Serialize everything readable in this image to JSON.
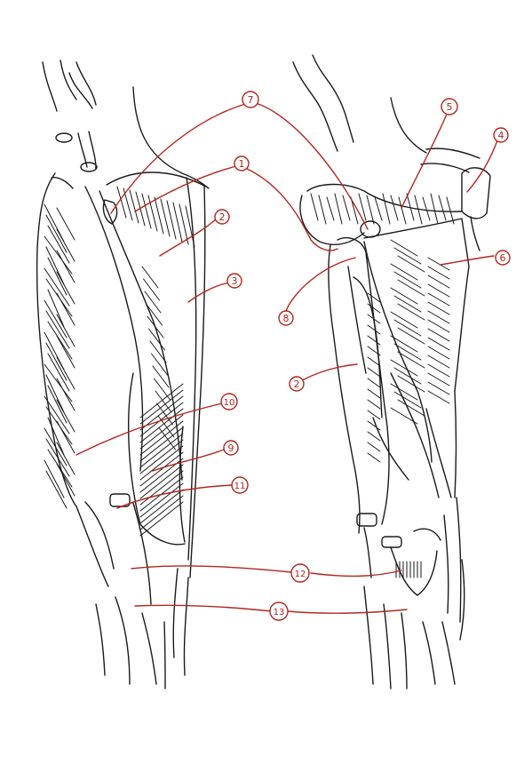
{
  "diagram": {
    "colors": {
      "ink": "#1a1a1a",
      "label": "#b3261e",
      "background": "#ffffff"
    },
    "labels": [
      {
        "id": "l1",
        "text": "1"
      },
      {
        "id": "l2a",
        "text": "2"
      },
      {
        "id": "l2b",
        "text": "2"
      },
      {
        "id": "l3",
        "text": "3"
      },
      {
        "id": "l4",
        "text": "4"
      },
      {
        "id": "l5",
        "text": "5"
      },
      {
        "id": "l6",
        "text": "6"
      },
      {
        "id": "l7",
        "text": "7"
      },
      {
        "id": "l8",
        "text": "8"
      },
      {
        "id": "l9",
        "text": "9"
      },
      {
        "id": "l10",
        "text": "10"
      },
      {
        "id": "l11",
        "text": "11"
      },
      {
        "id": "l12",
        "text": "12"
      },
      {
        "id": "l13",
        "text": "13"
      }
    ]
  }
}
